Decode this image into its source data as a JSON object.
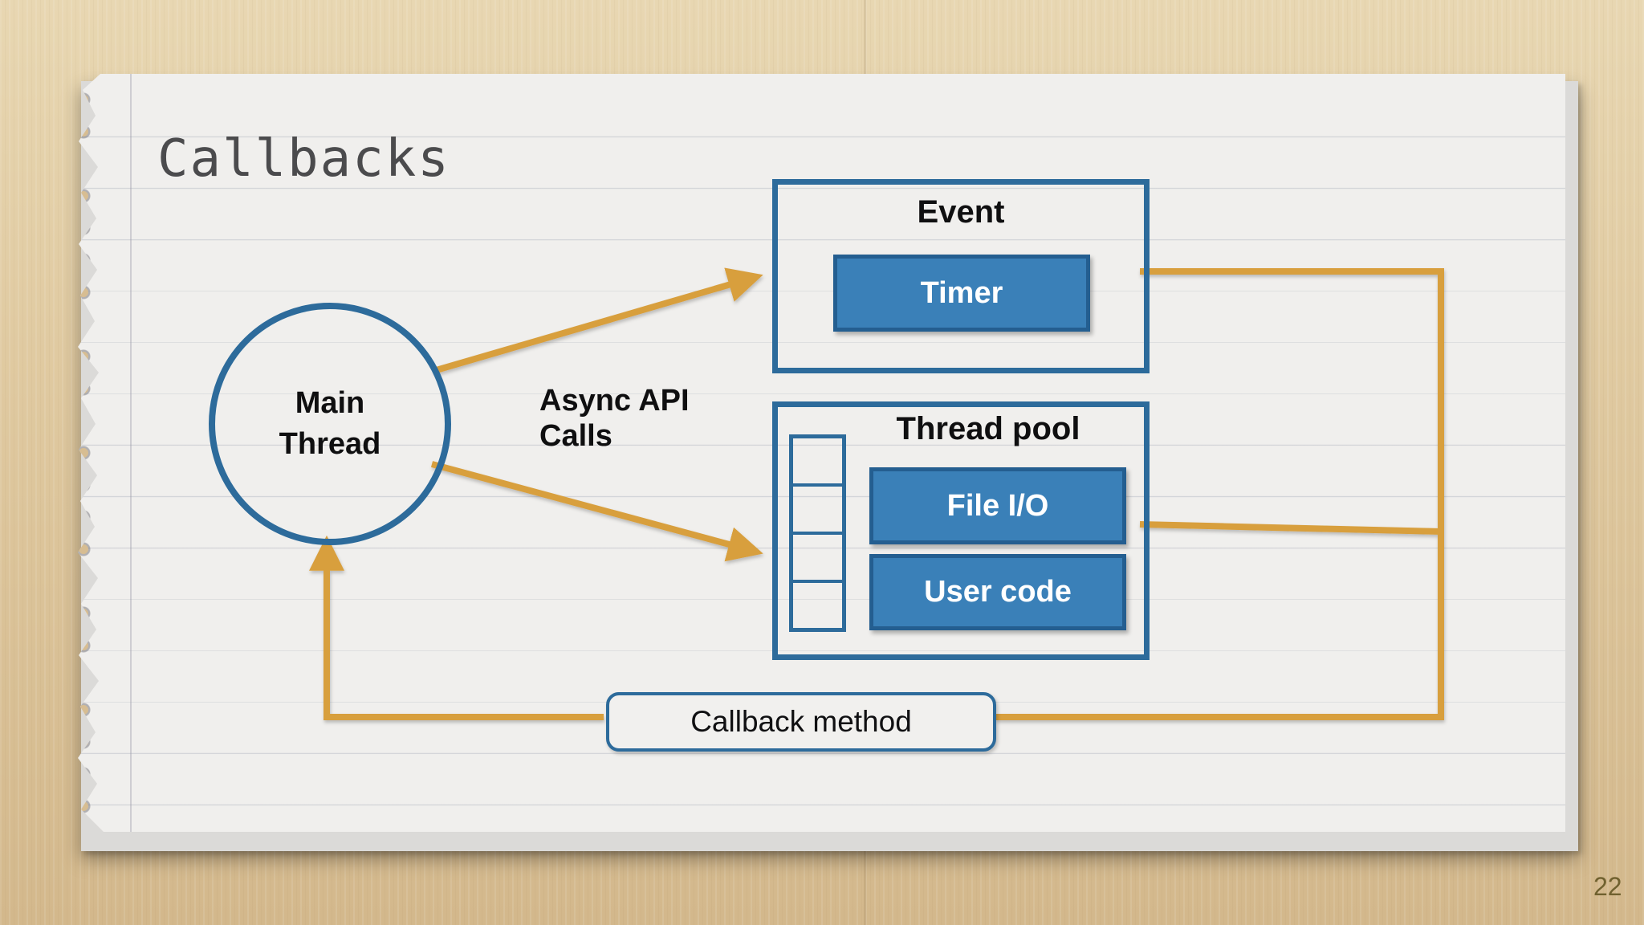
{
  "slide": {
    "title": "Callbacks",
    "page_number": "22"
  },
  "diagram": {
    "main_thread_label": "Main\nThread",
    "async_label": "Async API\nCalls",
    "event_box": {
      "title": "Event",
      "items": [
        {
          "label": "Timer"
        }
      ]
    },
    "thread_pool_box": {
      "title": "Thread pool",
      "queue_cells": 4,
      "items": [
        {
          "label": "File I/O"
        },
        {
          "label": "User code"
        }
      ]
    },
    "callback_label": "Callback method",
    "colors": {
      "accent_orange": "#d89f3e",
      "box_border_blue": "#2d6b9b",
      "fill_blue": "#3a80b8",
      "fill_blue_border": "#245e90"
    }
  }
}
